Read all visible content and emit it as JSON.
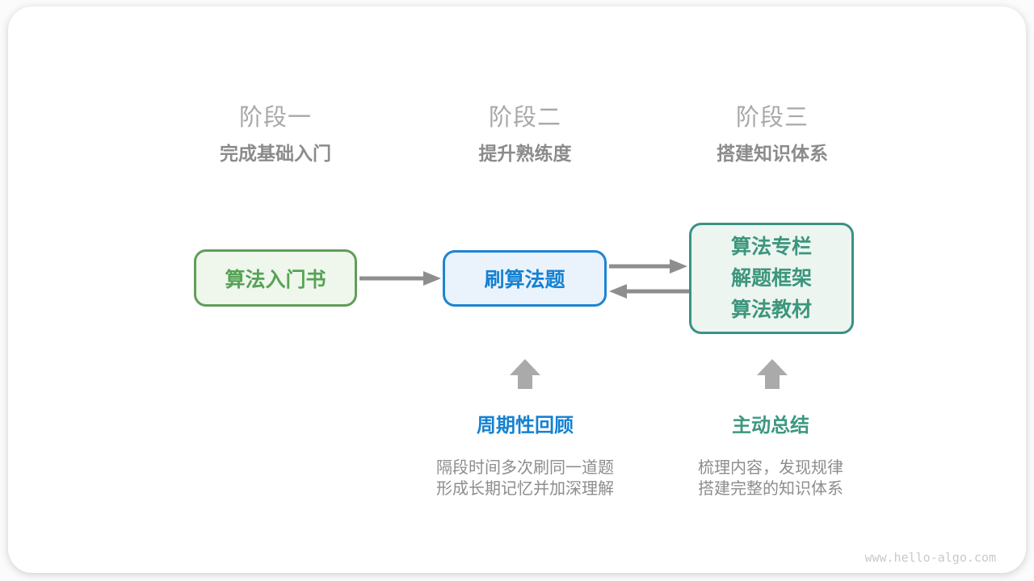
{
  "figure": {
    "watermark": "www.hello-algo.com",
    "colors": {
      "stage_title_gray": "#a8a8a8",
      "stage_subtitle_gray": "#8b8b8b",
      "green_border": "#5f9e58",
      "green_fill": "#eff6ec",
      "green_text": "#55a355",
      "blue_border": "#1d84d2",
      "blue_fill": "#eaf3fb",
      "blue_text": "#1581d2",
      "teal_border": "#3a9284",
      "teal_fill": "#edf5f0",
      "teal_text": "#3c967d",
      "flow_arrow_gray": "#8e8e8e",
      "block_arrow_gray": "#aaaaaa",
      "description_gray": "#8d8d8d",
      "watermark_gray": "#c9c9c9"
    },
    "icons": {
      "flow_arrow_right": "right-arrow-icon",
      "flow_arrow_left": "left-arrow-icon",
      "block_arrow_up": "up-block-arrow-icon"
    }
  },
  "stages": [
    {
      "label": "阶段一",
      "subtitle": "完成基础入门",
      "box_lines": [
        "算法入门书"
      ]
    },
    {
      "label": "阶段二",
      "subtitle": "提升熟练度",
      "box_lines": [
        "刷算法题"
      ]
    },
    {
      "label": "阶段三",
      "subtitle": "搭建知识体系",
      "box_lines": [
        "算法专栏",
        "解题框架",
        "算法教材"
      ]
    }
  ],
  "annotations": [
    {
      "title": "周期性回顾",
      "desc_lines": [
        "隔段时间多次刷同一道题",
        "形成长期记忆并加深理解"
      ]
    },
    {
      "title": "主动总结",
      "desc_lines": [
        "梳理内容，发现规律",
        "搭建完整的知识体系"
      ]
    }
  ]
}
